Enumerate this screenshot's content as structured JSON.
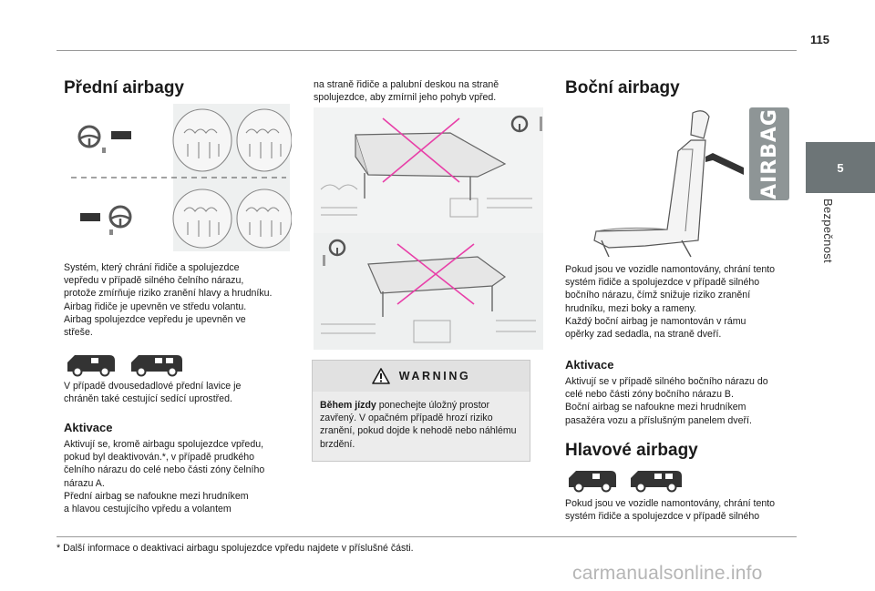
{
  "page": {
    "number": "115",
    "section_number": "5",
    "section_label": "Bezpečnost",
    "badge_text": "AIRBAG",
    "footnote": "* Další informace o deaktivaci airbagu spolujezdce vpředu najdete v příslušné části.",
    "watermark": "carmanualsonline.info"
  },
  "front": {
    "title": "Přední airbagy",
    "lines": [
      "Systém, který chrání řidiče a spolujezdce",
      "vepředu v případě silného čelního nárazu,",
      "protože zmírňuje riziko zranění hlavy a hrudníku.",
      "Airbag řidiče je upevněn ve středu volantu.",
      "Airbag spolujezdce vepředu je upevněn ve",
      "střeše."
    ],
    "bench_lines": [
      "V případě dvousedadlové přední lavice je",
      "chráněn také cestující sedící uprostřed."
    ],
    "activation_title": "Aktivace",
    "activation_lines": [
      "Aktivují se, kromě airbagu spolujezdce vpředu,",
      "pokud byl deaktivován.*, v případě prudkého",
      "čelního nárazu do celé nebo části zóny čelního",
      "nárazu A.",
      "Přední airbag se nafoukne mezi hrudníkem",
      "a hlavou cestujícího vpředu a volantem"
    ]
  },
  "middle": {
    "lines": [
      "na straně řidiče a palubní deskou na straně",
      "spolujezdce, aby zmírnil jeho pohyb vpřed."
    ],
    "warning": {
      "title": "WARNING",
      "lead": "Během jízdy",
      "lines": [
        " ponechejte úložný prostor",
        "zavřený. V opačném případě hrozí riziko",
        "zranění, pokud dojde k nehodě nebo náhlému",
        "brzdění."
      ]
    }
  },
  "side": {
    "title": "Boční airbagy",
    "lines": [
      "Pokud jsou ve vozidle namontovány, chrání tento",
      "systém řidiče a spolujezdce v případě silného",
      "bočního nárazu, čímž snižuje riziko zranění",
      "hrudníku, mezi boky a rameny.",
      "Každý boční airbag je namontován v rámu",
      "opěrky zad sedadla, na straně dveří."
    ],
    "activation_title": "Aktivace",
    "activation_lines": [
      "Aktivují se v případě silného bočního nárazu do",
      "celé nebo části zóny bočního nárazu B.",
      "Boční airbag se nafoukne mezi hrudníkem",
      "pasažéra vozu a příslušným panelem dveří."
    ]
  },
  "head": {
    "title": "Hlavové airbagy",
    "lines": [
      "Pokud jsou ve vozidle namontovány, chrání tento",
      "systém řidiče a spolujezdce v případě silného"
    ]
  },
  "colors": {
    "tab": "#6d7577",
    "badge": "#8e9596",
    "cross": "#e83fa8"
  }
}
